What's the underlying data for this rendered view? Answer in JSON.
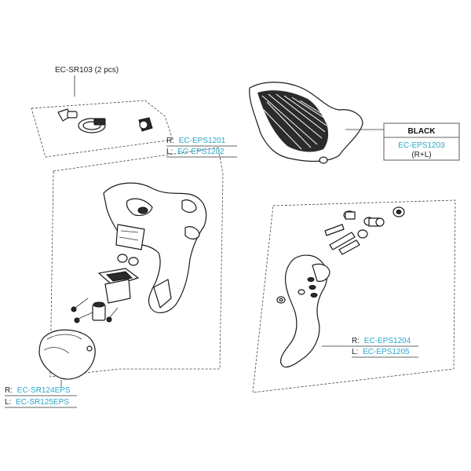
{
  "groups": {
    "clamp": {
      "label": "EC-SR103 (2 pcs)"
    },
    "hood": {
      "color_label": "BLACK",
      "code": "EC-EPS1203",
      "note": "(R+L)"
    },
    "body": {
      "r_prefix": "R:",
      "r_code": "EC-EPS1201",
      "l_prefix": "L:",
      "l_code": "EC-EPS1202"
    },
    "lever": {
      "r_prefix": "R:",
      "r_code": "EC-EPS1204",
      "l_prefix": "L:",
      "l_code": "EC-EPS1205"
    },
    "cover": {
      "r_prefix": "R:",
      "r_code": "EC-SR124EPS",
      "l_prefix": "L:",
      "l_code": "EC-SR125EPS"
    }
  },
  "colors": {
    "code_text": "#2aa7c9",
    "line": "#333333"
  }
}
